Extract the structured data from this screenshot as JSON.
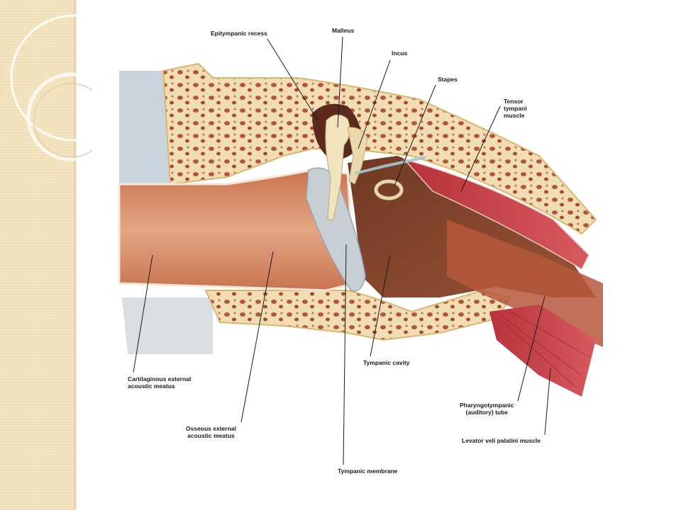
{
  "labels": {
    "epitympanic_recess": "Epitympanic recess",
    "malleus": "Malleus",
    "incus": "Incus",
    "stapes": "Stapes",
    "tensor_tympani": "Tensor\ntympani\nmuscle",
    "cartilaginous_meatus": "Cartilaginous external\nacoustic meatus",
    "osseous_meatus": "Osseous external\nacoustic meatus",
    "tympanic_cavity": "Tympanic cavity",
    "tympanic_membrane": "Tympanic membrane",
    "pharyngotympanic_tube": "Pharyngotympanic\n(auditory) tube",
    "levator_veli_palatini": "Levator veli palatini muscle"
  }
}
